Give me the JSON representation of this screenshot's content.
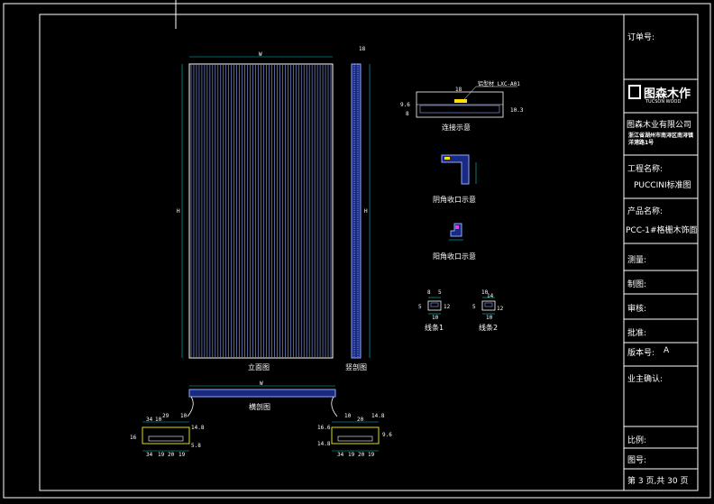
{
  "title_block": {
    "order_no_label": "订单号:",
    "logo_text": "图森木作",
    "logo_sub": "TUCSON WOOD",
    "company": "图森木业有限公司",
    "address": "浙江省湖州市南浔区南浔镇洋港路1号",
    "project_label": "工程名称:",
    "project_value": "PUCCINI标准图",
    "product_label": "产品名称:",
    "product_value": "PCC-1#格栅木饰面",
    "survey_label": "测量:",
    "drawing_label": "制图:",
    "review_label": "审核:",
    "approve_label": "批准:",
    "version_label": "版本号:",
    "version_value": "A",
    "owner_label": "业主确认:",
    "scale_label": "比例:",
    "drawing_no_label": "图号:",
    "page_text": "第 3 页,共 30 页"
  },
  "drawing": {
    "elevation_label": "立面图",
    "vertical_section_label": "竖剖图",
    "horizontal_section_label": "横剖图",
    "connection_label": "连接示意",
    "connection_note": "铝型材 LXC-A01",
    "inner_corner_label": "阴角收口示意",
    "outer_corner_label": "阳角收口示意",
    "trim1_label": "线条1",
    "trim2_label": "线条2",
    "dim_w": "W",
    "dim_h": "H",
    "dim_t": "18",
    "dims_left": [
      "34",
      "10",
      "29",
      "10",
      "14.8",
      "16",
      "34",
      "19",
      "20",
      "19",
      "5.8"
    ],
    "dims_right": [
      "10",
      "20",
      "14.8",
      "16.6",
      "34",
      "19",
      "20",
      "19",
      "9.6",
      "14.8"
    ],
    "dims_conn": [
      "18",
      "9.6",
      "8",
      "10.3"
    ],
    "dims_trim": [
      "8",
      "5",
      "10",
      "5",
      "12",
      "10",
      "14",
      "5",
      "12",
      "10"
    ]
  },
  "colors": {
    "background": "#000000",
    "frame": "#ffffff",
    "slat": "#8fa8ff",
    "accent": "#ffe000",
    "dimension": "#00c8c8",
    "green": "#00d000",
    "magenta": "#e040e0"
  }
}
